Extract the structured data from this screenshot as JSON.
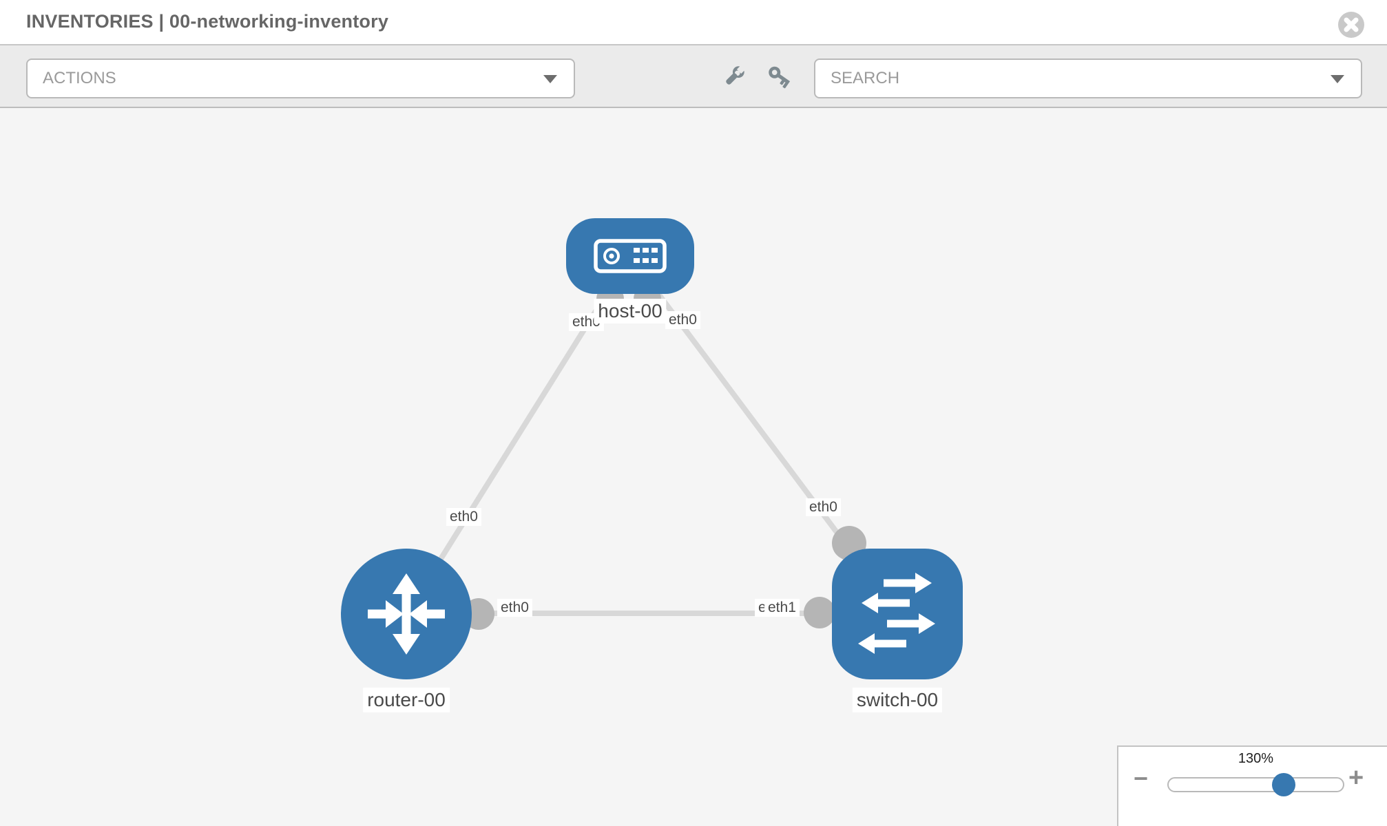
{
  "header": {
    "title": "INVENTORIES | 00-networking-inventory"
  },
  "toolbar": {
    "actions_label": "ACTIONS",
    "search_label": "SEARCH"
  },
  "canvas": {
    "nodes": {
      "host": {
        "label": "host-00",
        "type": "host",
        "shape": "rounded-rect"
      },
      "router": {
        "label": "router-00",
        "type": "router",
        "shape": "circle"
      },
      "switch": {
        "label": "switch-00",
        "type": "switch",
        "shape": "rounded-square"
      }
    },
    "links": [
      {
        "from": "host-00",
        "to": "router-00",
        "from_interface": "eth0",
        "to_interface": "eth0"
      },
      {
        "from": "host-00",
        "to": "switch-00",
        "from_interface": "eth0",
        "to_interface": "eth0"
      },
      {
        "from": "router-00",
        "to": "switch-00",
        "from_interface": "eth0",
        "to_interface": "eth1"
      }
    ],
    "interface_labels": {
      "host_router_host_end": "eth0",
      "host_router_router_end": "eth0",
      "host_switch_host_end": "eth0",
      "host_switch_switch_end": "eth0",
      "router_switch_router_end": "eth0",
      "router_switch_switch_end_back": "eth1",
      "router_switch_switch_end_front": "eth1"
    }
  },
  "zoom_control": {
    "level": "130%",
    "minus_label": "−",
    "plus_label": "+"
  },
  "icons": {
    "close": "x-circle-icon",
    "wrench": "wrench-icon",
    "key": "key-icon",
    "dropdown_caret": "chevron-down-icon",
    "host_glyph": "server-icon",
    "router_glyph": "router-arrows-icon",
    "switch_glyph": "switch-arrows-icon",
    "zoom_out": "minus-icon",
    "zoom_in": "plus-icon"
  },
  "colors": {
    "node_blue": "#3778b0",
    "link_gray": "#d8d8d8",
    "interface_gray": "#b5b5b5",
    "toolbar_bg": "#ebebeb",
    "canvas_bg": "#f5f5f5"
  }
}
